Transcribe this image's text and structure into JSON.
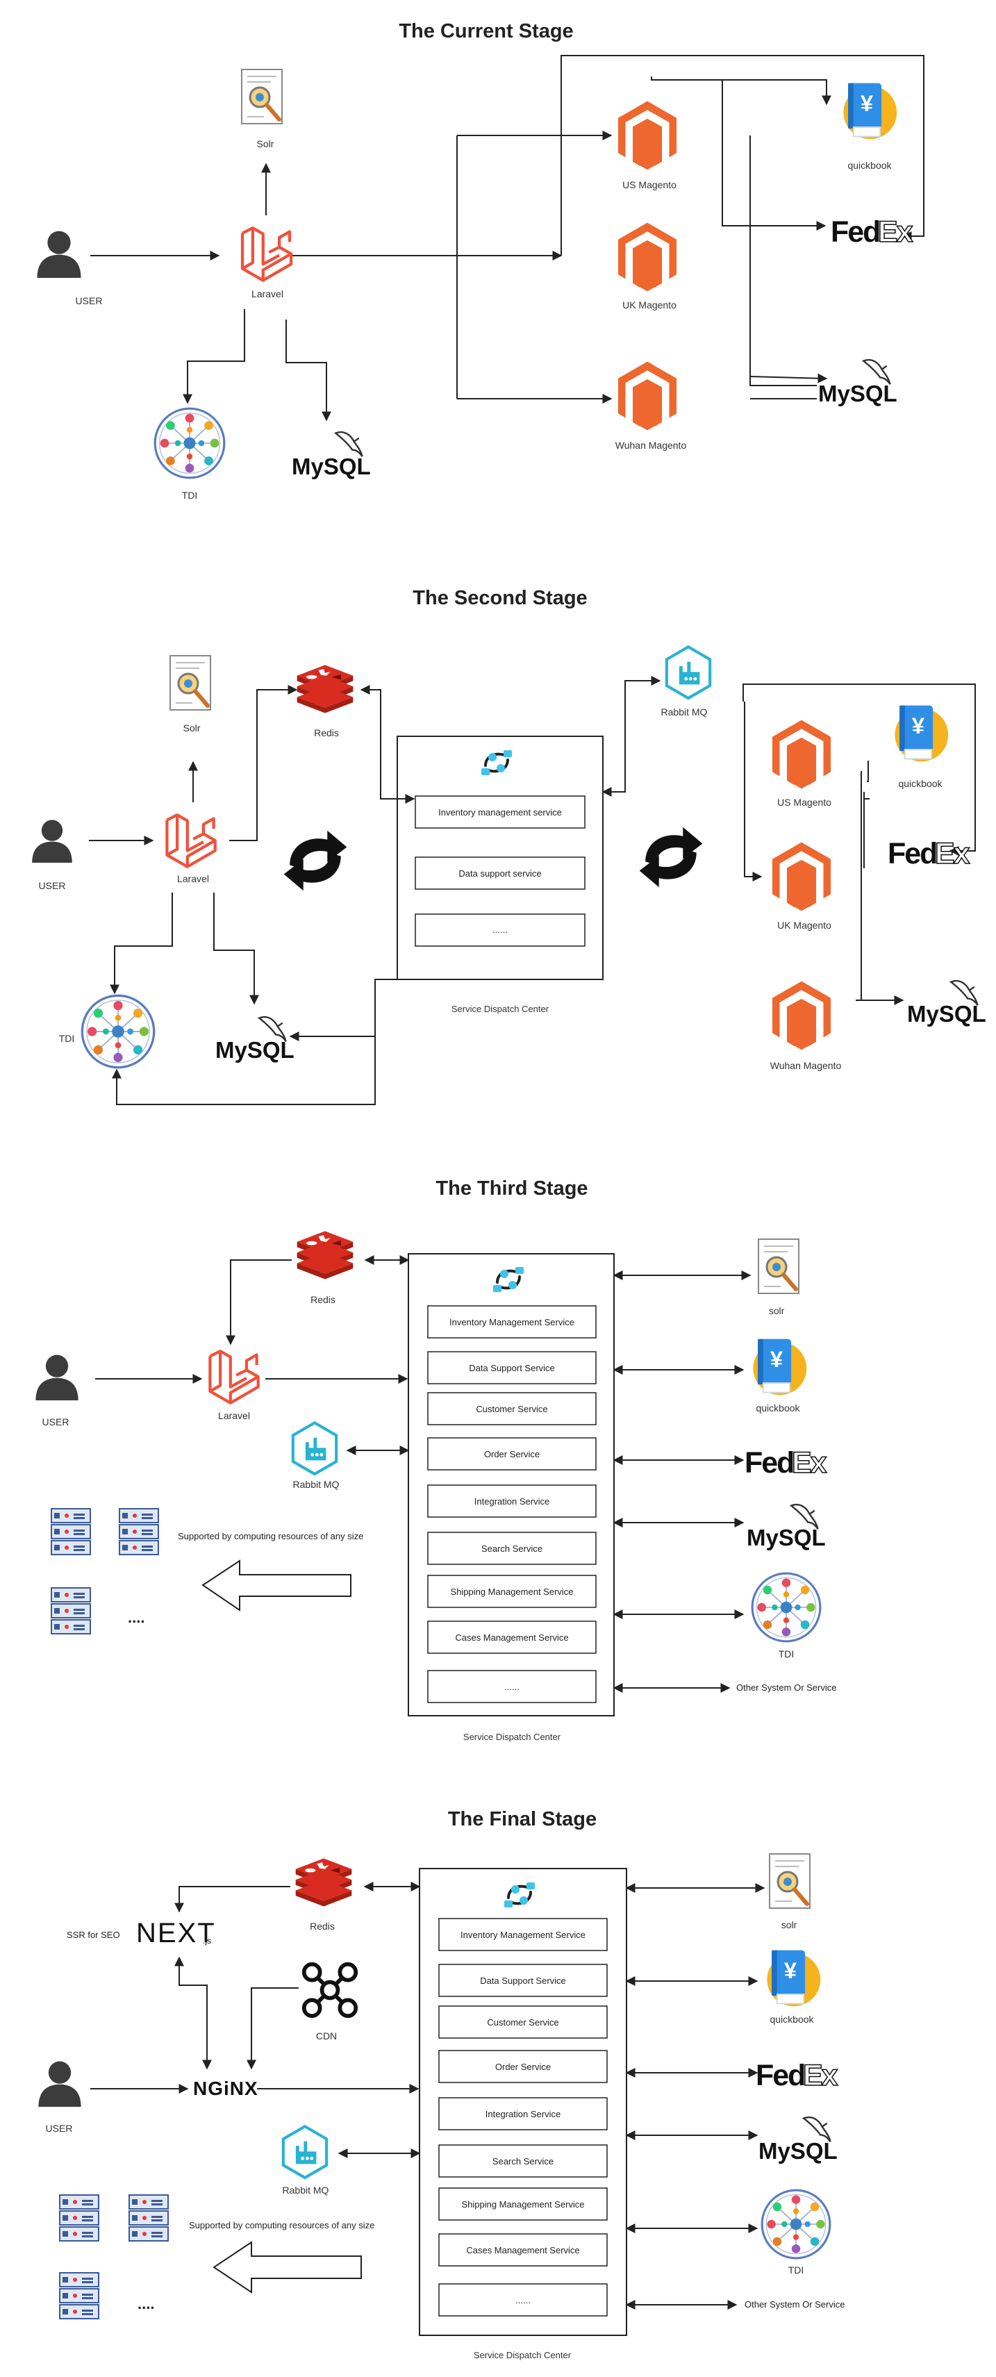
{
  "stage1": {
    "title": "The Current Stage",
    "user": "USER",
    "laravel": "Laravel",
    "solr": "Solr",
    "tdi": "TDI",
    "mysql": "MySQL",
    "us_magento": "US Magento",
    "uk_magento": "UK Magento",
    "wuhan_magento": "Wuhan Magento",
    "quickbook": "quickbook",
    "fedex_fe": "Fed",
    "fedex_ex": "Ex"
  },
  "stage2": {
    "title": "The Second Stage",
    "user": "USER",
    "laravel": "Laravel",
    "solr": "Solr",
    "redis": "Redis",
    "rabbitmq": "Rabbit MQ",
    "tdi": "TDI",
    "mysql": "MySQL",
    "services": [
      "Inventory management service",
      "Data support service",
      "......"
    ],
    "dispatch": "Service Dispatch Center",
    "us_magento": "US Magento",
    "uk_magento": "UK Magento",
    "wuhan_magento": "Wuhan Magento",
    "quickbook": "quickbook",
    "mysql_right": "MySQL",
    "fedex_fe": "Fed",
    "fedex_ex": "Ex"
  },
  "stage3": {
    "title": "The Third Stage",
    "user": "USER",
    "laravel": "Laravel",
    "redis": "Redis",
    "rabbitmq": "Rabbit MQ",
    "supported": "Supported by computing resources of any size",
    "ellipsis": "....",
    "services": [
      "Inventory Management Service",
      "Data Support Service",
      "Customer Service",
      "Order Service",
      "Integration Service",
      "Search Service",
      "Shipping Management Service",
      "Cases Management Service",
      "......"
    ],
    "dispatch": "Service Dispatch Center",
    "solr": "solr",
    "quickbook": "quickbook",
    "mysql": "MySQL",
    "tdi": "TDI",
    "other": "Other System Or Service",
    "fedex_fe": "Fed",
    "fedex_ex": "Ex"
  },
  "stage4": {
    "title": "The Final Stage",
    "user": "USER",
    "ssr": "SSR for SEO",
    "next_main": "NEXT",
    "next_sub": ".js",
    "nginx": "NGiNX",
    "redis": "Redis",
    "cdn": "CDN",
    "rabbitmq": "Rabbit MQ",
    "supported": "Supported by computing resources of any size",
    "ellipsis": "....",
    "services": [
      "Inventory Management Service",
      "Data Support Service",
      "Customer Service",
      "Order Service",
      "Integration Service",
      "Search Service",
      "Shipping Management Service",
      "Cases Management Service",
      "......"
    ],
    "dispatch": "Service Dispatch Center",
    "solr": "solr",
    "quickbook": "quickbook",
    "mysql": "MySQL",
    "tdi": "TDI",
    "other": "Other System Or Service",
    "fedex_fe": "Fed",
    "fedex_ex": "Ex"
  }
}
